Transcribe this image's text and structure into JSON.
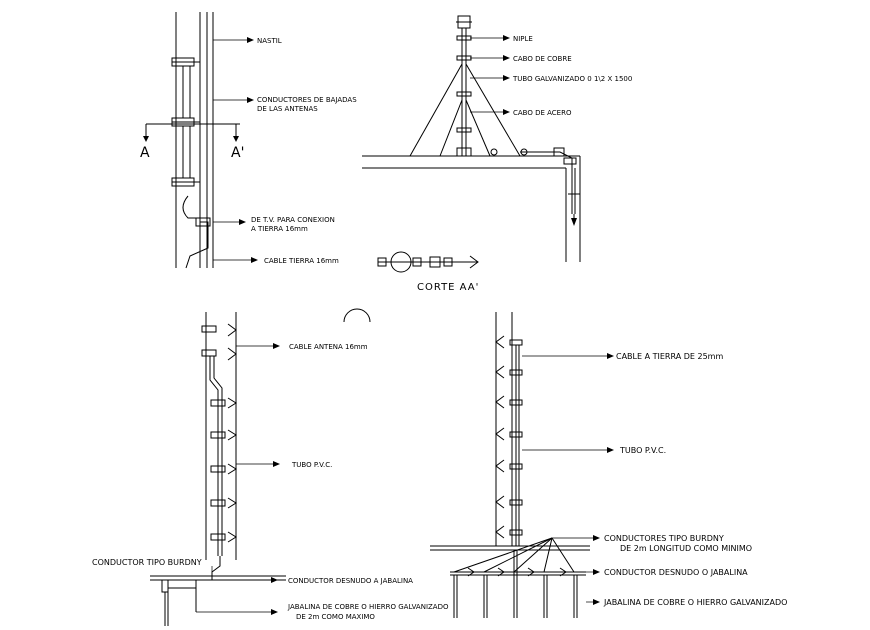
{
  "detail_top_left": {
    "nastil": "NASTIL",
    "conductores_line1": "CONDUCTORES DE BAJADAS",
    "conductores_line2": "DE LAS ANTENAS",
    "section_left": "A",
    "section_right": "A'",
    "tv_line1": "DE T.V. PARA CONEXION",
    "tv_line2": "A TIERRA 16mm",
    "cable_tierra": "CABLE TIERRA 16mm"
  },
  "detail_top_right": {
    "niple": "NIPLE",
    "cabo_cobre": "CABO DE COBRE",
    "tubo_galvanizado": "TUBO GALVANIZADO 0 1\\2 X 1500",
    "cabo_acero": "CABO DE ACERO"
  },
  "section_aa": {
    "title": "CORTE AA'"
  },
  "detail_bottom_left": {
    "cable_antena": "CABLE ANTENA 16mm",
    "tubo_pvc": "TUBO P.V.C.",
    "conductor_burdny": "CONDUCTOR TIPO BURDNY",
    "conductor_desnudo": "CONDUCTOR DESNUDO A JABALINA",
    "jabalina_line1": "JABALINA DE COBRE O HIERRO GALVANIZADO",
    "jabalina_line2": "DE 2m COMO MAXIMO"
  },
  "detail_bottom_right": {
    "cable_tierra": "CABLE A TIERRA DE 25mm",
    "tubo_pvc": "TUBO P.V.C.",
    "conductores_line1": "CONDUCTORES TIPO BURDNY",
    "conductores_line2": "DE 2m LONGITUD COMO MINIMO",
    "conductor_desnudo": "CONDUCTOR DESNUDO O JABALINA",
    "jabalina": "JABALINA DE COBRE O HIERRO GALVANIZADO"
  }
}
